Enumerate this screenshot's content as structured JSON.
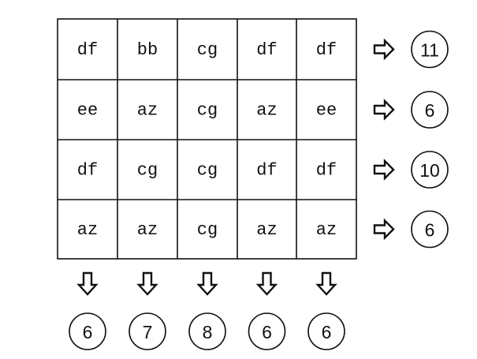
{
  "grid": {
    "rows": [
      [
        "df",
        "bb",
        "cg",
        "df",
        "df"
      ],
      [
        "ee",
        "az",
        "cg",
        "az",
        "ee"
      ],
      [
        "df",
        "cg",
        "cg",
        "df",
        "df"
      ],
      [
        "az",
        "az",
        "cg",
        "az",
        "az"
      ]
    ]
  },
  "row_sums": [
    "11",
    "6",
    "10",
    "6"
  ],
  "column_sums": [
    "6",
    "7",
    "8",
    "6",
    "6"
  ],
  "icons": {
    "row_arrow": "right-arrow-icon",
    "column_arrow": "down-arrow-icon"
  },
  "colors": {
    "ink": "#111111",
    "background": "#ffffff"
  }
}
